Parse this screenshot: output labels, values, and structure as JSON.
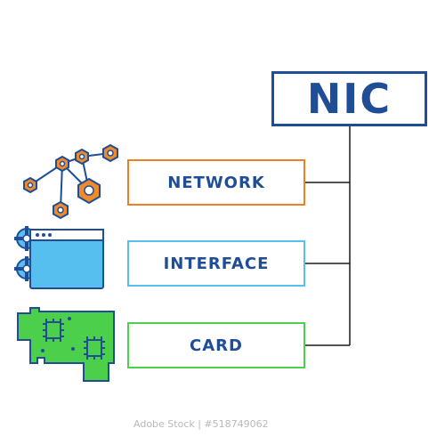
{
  "acronym": {
    "text": "NIC",
    "color": "#1f4e96"
  },
  "terms": [
    {
      "label": "NETWORK",
      "border_color": "#f07e24",
      "icon": "network-nodes-icon"
    },
    {
      "label": "INTERFACE",
      "border_color": "#57bff0",
      "icon": "browser-window-gears-icon"
    },
    {
      "label": "CARD",
      "border_color": "#4ccf4a",
      "icon": "circuit-card-icon"
    }
  ],
  "connector_color": "#1a1a1a",
  "watermark": "Adobe Stock | #518749062"
}
